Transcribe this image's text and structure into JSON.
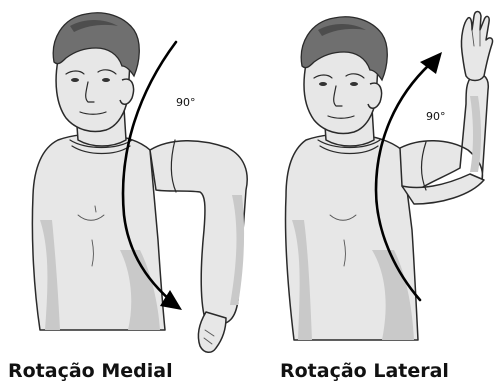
{
  "figures": [
    {
      "angle_label": "90°",
      "caption": "Rotação Medial"
    },
    {
      "angle_label": "90°",
      "caption": "Rotação Lateral"
    }
  ]
}
